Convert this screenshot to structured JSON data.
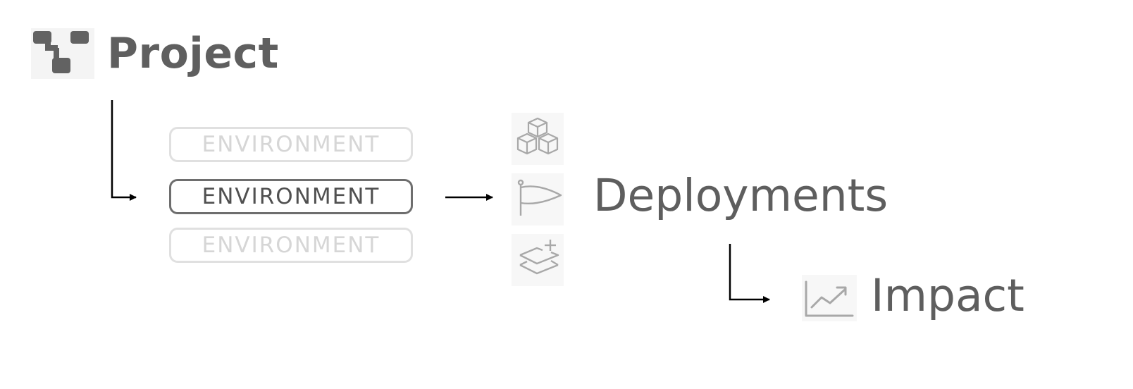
{
  "project": {
    "title": "Project",
    "icon": "project-hierarchy-icon"
  },
  "environments": [
    {
      "label": "ENVIRONMENT",
      "state": "inactive"
    },
    {
      "label": "ENVIRONMENT",
      "state": "active"
    },
    {
      "label": "ENVIRONMENT",
      "state": "inactive"
    }
  ],
  "deployments": {
    "title": "Deployments",
    "icons": [
      "cubes-icon",
      "flag-icon",
      "layers-add-icon"
    ]
  },
  "impact": {
    "title": "Impact",
    "icon": "chart-trend-icon"
  },
  "colors": {
    "text_dark": "#5f5f5f",
    "ghost_border": "#e0e0e0",
    "ghost_text": "#d6d6d6",
    "active_border": "#6e6e6e",
    "arrow": "#000000",
    "icon_gray": "#a8a8a8"
  }
}
